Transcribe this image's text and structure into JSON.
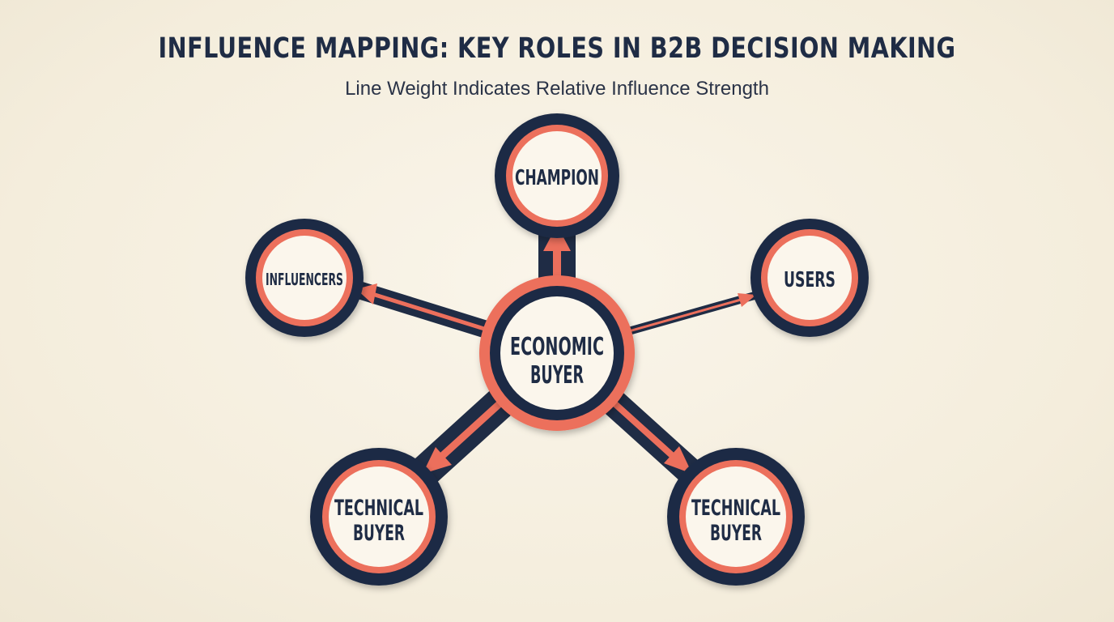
{
  "title": "INFLUENCE MAPPING: KEY ROLES IN B2B DECISION MAKING",
  "subtitle": "Line Weight Indicates Relative Influence Strength",
  "colors": {
    "navy": "#1f2c45",
    "coral": "#ec6f5c",
    "node_fill": "#fbf6ec",
    "background": "#f6f0e1"
  },
  "nodes": {
    "economic_buyer": {
      "line1": "ECONOMIC",
      "line2": "BUYER"
    },
    "champion": {
      "line1": "CHAMPION"
    },
    "influencers": {
      "line1": "INFLUENCERS"
    },
    "users": {
      "line1": "USERS"
    },
    "technical_buyer_left": {
      "line1": "TECHNICAL",
      "line2": "BUYER"
    },
    "technical_buyer_right": {
      "line1": "TECHNICAL",
      "line2": "BUYER"
    }
  }
}
